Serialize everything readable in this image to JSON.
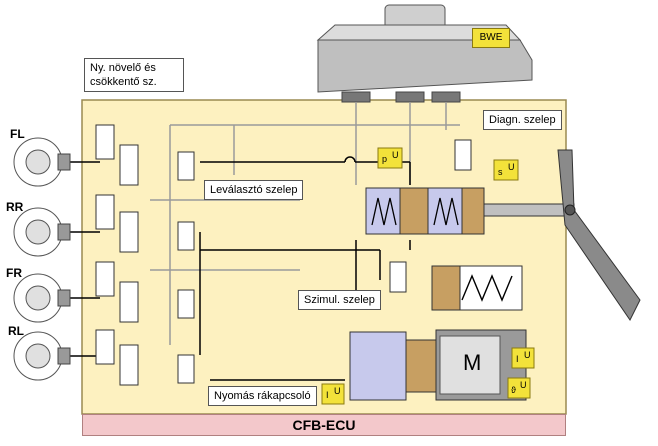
{
  "labels": {
    "ny_novelo": "Ny. növelő és csökkentő sz.",
    "diagn": "Diagn. szelep",
    "levalaszto": "Leválasztó szelep",
    "szimul": "Szimul. szelep",
    "nyomas": "Nyomás rákapcsoló",
    "ecu": "CFB-ECU",
    "bwe": "BWE",
    "motor": "M"
  },
  "wheels": [
    "FL",
    "RR",
    "FR",
    "RL"
  ],
  "sensors": {
    "p_u": [
      "p",
      "U"
    ],
    "s_u": [
      "s",
      "U"
    ],
    "i_u": [
      "I",
      "U"
    ],
    "theta_u": [
      "ϑ",
      "U"
    ]
  },
  "colors": {
    "housing": "#fdf1c0",
    "housing_border": "#9a8a50",
    "ecu": "#f3c8cb",
    "sensor": "#f3e23a",
    "cylinder": "#c7c9ec",
    "piston": "#c79f62",
    "motor_gray": "#9a9a9a"
  }
}
